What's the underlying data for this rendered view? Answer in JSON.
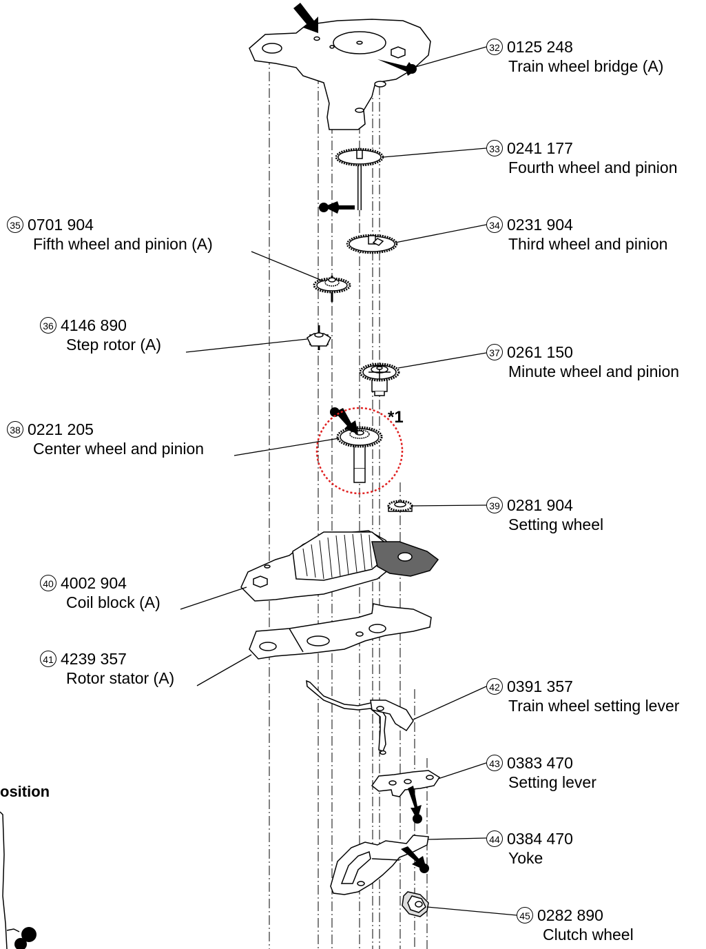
{
  "parts": [
    {
      "num": "32",
      "code": "0125 248",
      "name": "Train wheel bridge (A)"
    },
    {
      "num": "33",
      "code": "0241 177",
      "name": "Fourth wheel and pinion"
    },
    {
      "num": "34",
      "code": "0231 904",
      "name": "Third wheel and pinion"
    },
    {
      "num": "35",
      "code": "0701 904",
      "name": "Fifth wheel and pinion (A)"
    },
    {
      "num": "36",
      "code": "4146 890",
      "name": "Step rotor (A)"
    },
    {
      "num": "37",
      "code": "0261 150",
      "name": "Minute wheel and pinion"
    },
    {
      "num": "38",
      "code": "0221 205",
      "name": "Center wheel and pinion"
    },
    {
      "num": "39",
      "code": "0281 904",
      "name": "Setting wheel"
    },
    {
      "num": "40",
      "code": "4002 904",
      "name": "Coil block (A)"
    },
    {
      "num": "41",
      "code": "4239 357",
      "name": "Rotor stator (A)"
    },
    {
      "num": "42",
      "code": "0391 357",
      "name": "Train wheel setting lever"
    },
    {
      "num": "43",
      "code": "0383 470",
      "name": "Setting lever"
    },
    {
      "num": "44",
      "code": "0384 470",
      "name": "Yoke"
    },
    {
      "num": "45",
      "code": "0282 890",
      "name": "Clutch wheel"
    }
  ],
  "note_marker": "*1",
  "section_title": "osition",
  "colors": {
    "line": "#000000",
    "highlight": "#e02020",
    "background": "#ffffff"
  }
}
